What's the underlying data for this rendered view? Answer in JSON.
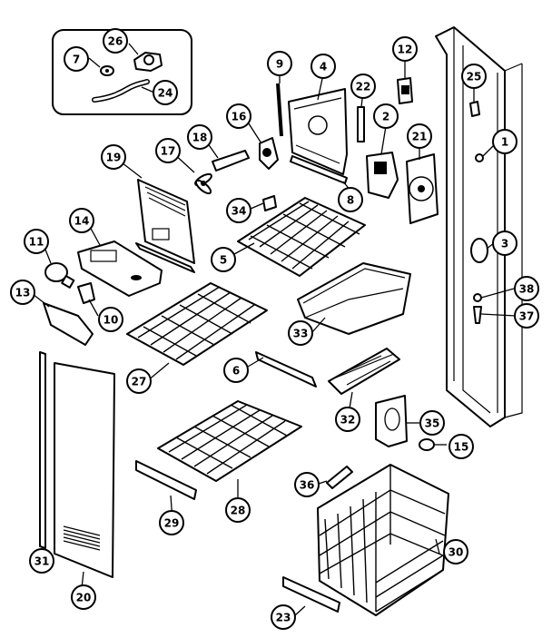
{
  "callouts": [
    {
      "id": "c1",
      "label": "1"
    },
    {
      "id": "c2",
      "label": "2"
    },
    {
      "id": "c3",
      "label": "3"
    },
    {
      "id": "c4",
      "label": "4"
    },
    {
      "id": "c5",
      "label": "5"
    },
    {
      "id": "c6",
      "label": "6"
    },
    {
      "id": "c7",
      "label": "7"
    },
    {
      "id": "c8",
      "label": "8"
    },
    {
      "id": "c9",
      "label": "9"
    },
    {
      "id": "c10",
      "label": "10"
    },
    {
      "id": "c11",
      "label": "11"
    },
    {
      "id": "c12",
      "label": "12"
    },
    {
      "id": "c13",
      "label": "13"
    },
    {
      "id": "c14",
      "label": "14"
    },
    {
      "id": "c15",
      "label": "15"
    },
    {
      "id": "c16",
      "label": "16"
    },
    {
      "id": "c17",
      "label": "17"
    },
    {
      "id": "c18",
      "label": "18"
    },
    {
      "id": "c19",
      "label": "19"
    },
    {
      "id": "c20",
      "label": "20"
    },
    {
      "id": "c21",
      "label": "21"
    },
    {
      "id": "c22",
      "label": "22"
    },
    {
      "id": "c23",
      "label": "23"
    },
    {
      "id": "c24",
      "label": "24"
    },
    {
      "id": "c25",
      "label": "25"
    },
    {
      "id": "c26",
      "label": "26"
    },
    {
      "id": "c27",
      "label": "27"
    },
    {
      "id": "c28",
      "label": "28"
    },
    {
      "id": "c29",
      "label": "29"
    },
    {
      "id": "c30",
      "label": "30"
    },
    {
      "id": "c31",
      "label": "31"
    },
    {
      "id": "c32",
      "label": "32"
    },
    {
      "id": "c33",
      "label": "33"
    },
    {
      "id": "c34",
      "label": "34"
    },
    {
      "id": "c35",
      "label": "35"
    },
    {
      "id": "c36",
      "label": "36"
    },
    {
      "id": "c37",
      "label": "37"
    },
    {
      "id": "c38",
      "label": "38"
    }
  ]
}
